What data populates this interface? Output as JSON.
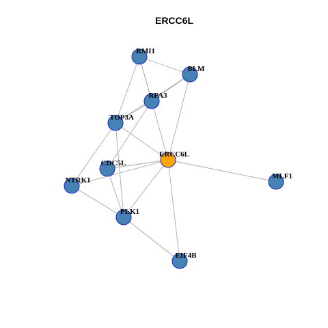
{
  "title": "ERCC6L",
  "colors": {
    "node_default": "#4682B4",
    "node_focus": "#FFA500",
    "node_border": "#1C2FBF",
    "edge": "#A8A8A8"
  },
  "nodes": [
    {
      "id": "RMI1",
      "label": "RMI1",
      "focus": false
    },
    {
      "id": "BLM",
      "label": "BLM",
      "focus": false
    },
    {
      "id": "RPA3",
      "label": "RPA3",
      "focus": false
    },
    {
      "id": "TOP3A",
      "label": "TOP3A",
      "focus": false
    },
    {
      "id": "ERCC6L",
      "label": "ERCC6L",
      "focus": true
    },
    {
      "id": "CDC5L",
      "label": "CDC5L",
      "focus": false
    },
    {
      "id": "NTRK1",
      "label": "NTRK1",
      "focus": false
    },
    {
      "id": "MLF1",
      "label": "MLF1",
      "focus": false
    },
    {
      "id": "PLK1",
      "label": "PLK1",
      "focus": false
    },
    {
      "id": "EIF4B",
      "label": "EIF4B",
      "focus": false
    }
  ],
  "edges": [
    [
      "RMI1",
      "BLM"
    ],
    [
      "RMI1",
      "RPA3"
    ],
    [
      "RMI1",
      "TOP3A"
    ],
    [
      "RMI1",
      "ERCC6L"
    ],
    [
      "BLM",
      "RPA3"
    ],
    [
      "BLM",
      "TOP3A"
    ],
    [
      "BLM",
      "ERCC6L"
    ],
    [
      "RPA3",
      "TOP3A"
    ],
    [
      "RPA3",
      "CDC5L"
    ],
    [
      "TOP3A",
      "ERCC6L"
    ],
    [
      "TOP3A",
      "NTRK1"
    ],
    [
      "TOP3A",
      "PLK1"
    ],
    [
      "ERCC6L",
      "CDC5L"
    ],
    [
      "ERCC6L",
      "NTRK1"
    ],
    [
      "ERCC6L",
      "MLF1"
    ],
    [
      "ERCC6L",
      "PLK1"
    ],
    [
      "ERCC6L",
      "EIF4B"
    ],
    [
      "CDC5L",
      "PLK1"
    ],
    [
      "NTRK1",
      "PLK1"
    ],
    [
      "PLK1",
      "EIF4B"
    ]
  ]
}
